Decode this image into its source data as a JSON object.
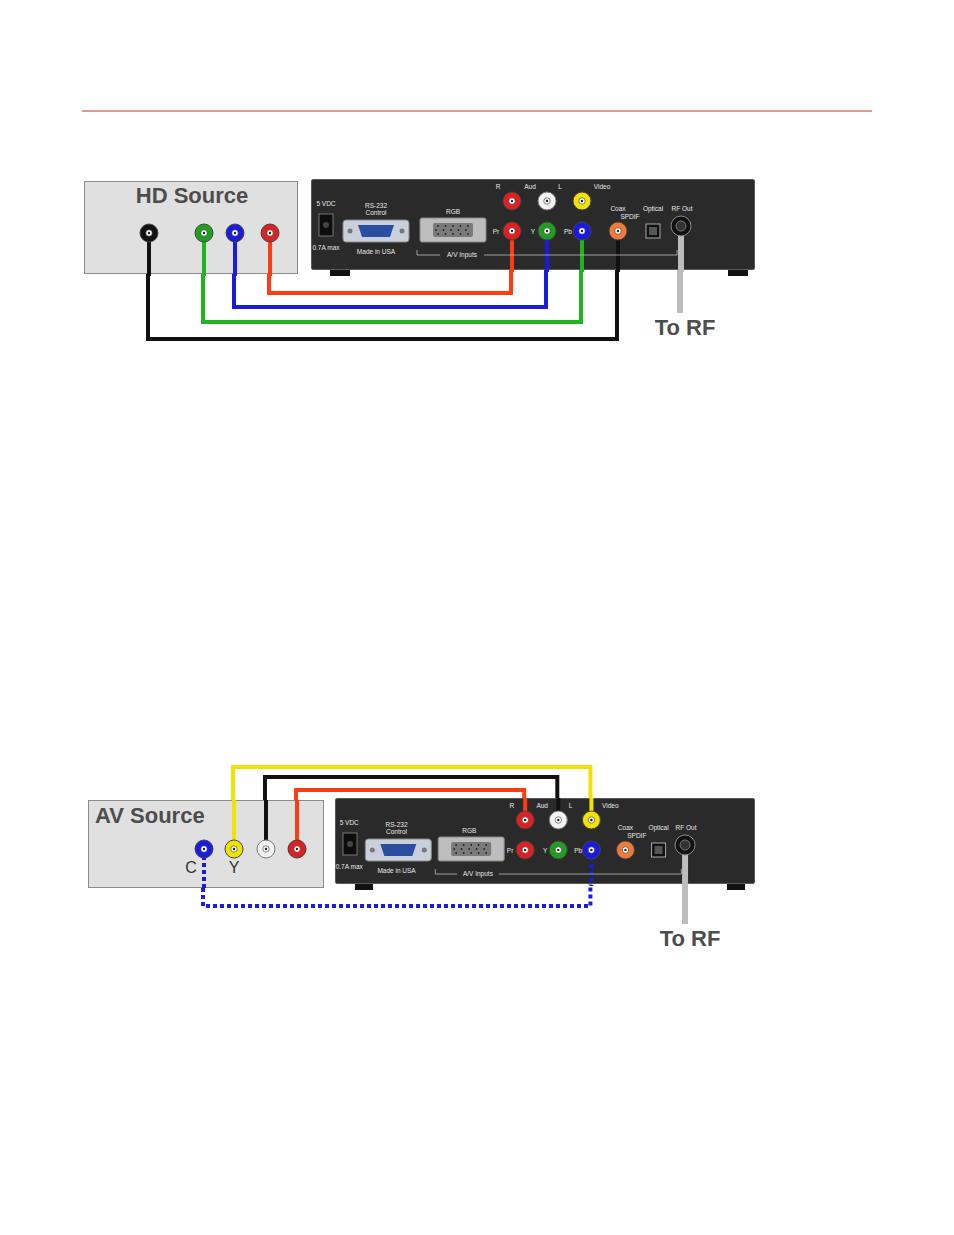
{
  "diagram": {
    "nodes": [
      {
        "text": [
          "HD Source"
        ]
      },
      {
        "text": [
          "5 VDC",
          "RS-232 Control",
          "RGB",
          "Made in USA",
          "0.7A max",
          "R",
          "Aud",
          "L",
          "Video",
          "Pr",
          "Y",
          "Pb",
          "Coax",
          "SPDIF",
          "Optical",
          "RF Out",
          "A/V Inputs"
        ]
      },
      {
        "text": [
          "AV Source",
          "C",
          "Y"
        ]
      },
      {
        "text": [
          "5 VDC",
          "RS-232 Control",
          "RGB",
          "Made in USA",
          "0.7A max",
          "R",
          "Aud",
          "L",
          "Video",
          "Pr",
          "Y",
          "Pb",
          "Coax",
          "SPDIF",
          "Optical",
          "RF Out",
          "A/V Inputs"
        ]
      }
    ],
    "edges": [
      {
        "from": 0,
        "to": 1,
        "arrow": "none"
      },
      {
        "from": 0,
        "to": 1,
        "arrow": "none"
      },
      {
        "from": 0,
        "to": 1,
        "arrow": "none"
      },
      {
        "from": 0,
        "to": 1,
        "arrow": "none"
      },
      {
        "from": 2,
        "to": 3,
        "arrow": "none"
      },
      {
        "from": 2,
        "to": 3,
        "arrow": "none"
      },
      {
        "from": 2,
        "to": 3,
        "arrow": "none"
      },
      {
        "from": 2,
        "to": 3,
        "arrow": "none"
      }
    ],
    "labels": [
      "To RF",
      "To RF"
    ]
  }
}
